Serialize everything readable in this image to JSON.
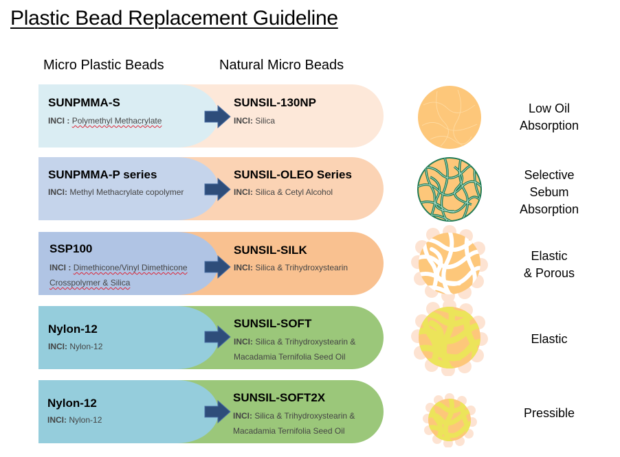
{
  "title": "Plastic Bead Replacement Guideline",
  "headers": {
    "plastic": "Micro Plastic Beads",
    "natural": "Natural Micro Beads"
  },
  "colors": {
    "arrow": "#2e4d7a",
    "rows": [
      {
        "left": "#daedf3",
        "right": "#fde8d9"
      },
      {
        "left": "#c5d4eb",
        "right": "#fbd3b4"
      },
      {
        "left": "#b0c4e4",
        "right": "#f9c190"
      },
      {
        "left": "#95cddc",
        "right": "#9bc77a"
      },
      {
        "left": "#95cddc",
        "right": "#9bc77a"
      }
    ]
  },
  "rows": [
    {
      "plastic_name": "SUNPMMA-S",
      "plastic_inci_label": "INCI :",
      "plastic_inci_lines": [
        "Polymethyl Methacrylate"
      ],
      "natural_name": "SUNSIL-130NP",
      "natural_inci_label": "INCI:",
      "natural_inci_lines": [
        "Silica"
      ],
      "property": "Low Oil Absorption"
    },
    {
      "plastic_name": "SUNPMMA-P series",
      "plastic_inci_label": "INCI:",
      "plastic_inci_lines": [
        "Methyl Methacrylate copolymer"
      ],
      "natural_name": "SUNSIL-OLEO Series",
      "natural_inci_label": "INCI:",
      "natural_inci_lines": [
        "Silica & Cetyl Alcohol"
      ],
      "property": "Selective Sebum Absorption"
    },
    {
      "plastic_name": "SSP100",
      "plastic_inci_label": "INCI :",
      "plastic_inci_lines": [
        "Dimethicone/Vinyl Dimethicone",
        "Crosspolymer & Silica"
      ],
      "natural_name": "SUNSIL-SILK",
      "natural_inci_label": "INCI:",
      "natural_inci_lines": [
        "Silica & Trihydroxystearin"
      ],
      "property": "Elastic & Porous"
    },
    {
      "plastic_name": "Nylon-12",
      "plastic_inci_label": "INCI:",
      "plastic_inci_lines": [
        "Nylon-12"
      ],
      "natural_name": "SUNSIL-SOFT",
      "natural_inci_label": "INCI:",
      "natural_inci_lines": [
        "Silica & Trihydroxystearin &",
        "Macadamia Ternifolia Seed Oil"
      ],
      "property": "Elastic"
    },
    {
      "plastic_name": "Nylon-12",
      "plastic_inci_label": "INCI:",
      "plastic_inci_lines": [
        "Nylon-12"
      ],
      "natural_name": "SUNSIL-SOFT2X",
      "natural_inci_label": "INCI:",
      "natural_inci_lines": [
        "Silica & Trihydroxystearin &",
        "Macadamia Ternifolia Seed Oil"
      ],
      "property": "Pressible"
    }
  ],
  "property_lines": [
    [
      "Low Oil",
      "Absorption"
    ],
    [
      "Selective",
      "Sebum",
      "Absorption"
    ],
    [
      "Elastic",
      "& Porous"
    ],
    [
      "Elastic"
    ],
    [
      "Pressible"
    ]
  ]
}
